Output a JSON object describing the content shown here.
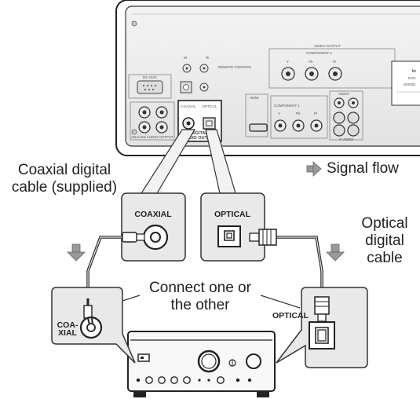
{
  "labels": {
    "signal_flow": "Signal flow",
    "coaxial_cable_line1": "Coaxial digital",
    "coaxial_cable_line2": "cable (supplied)",
    "optical_cable_line1": "Optical",
    "optical_cable_line2": "digital",
    "optical_cable_line3": "cable",
    "connect_line1": "Connect one or",
    "connect_line2": "the other"
  },
  "callouts": {
    "coaxial": "COAXIAL",
    "optical": "OPTICAL",
    "amp_coaxial_line1": "COA-",
    "amp_coaxial_line2": "XIAL",
    "amp_optical": "OPTICAL"
  },
  "panel_text": {
    "video_output": "VIDEO OUTPUT",
    "component2": "COMPONENT 2",
    "component1": "COMPONENT 1",
    "hdmi": "HDMI",
    "rs232": "RS 232C",
    "ir": "IR",
    "rih": "RI",
    "remote_control": "REMOTE CONTROL",
    "analog_audio_output": "ANALOG AUDIO OUTPUT",
    "coaxial_small": "COAXIAL",
    "optical_small": "OPTICAL",
    "digital_audio_output_1": "DIGITAL",
    "digital_audio_output_2": "AUDIO OUTPUT",
    "video": "VIDEO",
    "s_video": "S VIDEO",
    "y": "Y",
    "pb": "Pb",
    "pr": "Pr",
    "model_partial_1": "In",
    "model_partial_2": "DVD",
    "model_partial_3": "MODEL"
  }
}
